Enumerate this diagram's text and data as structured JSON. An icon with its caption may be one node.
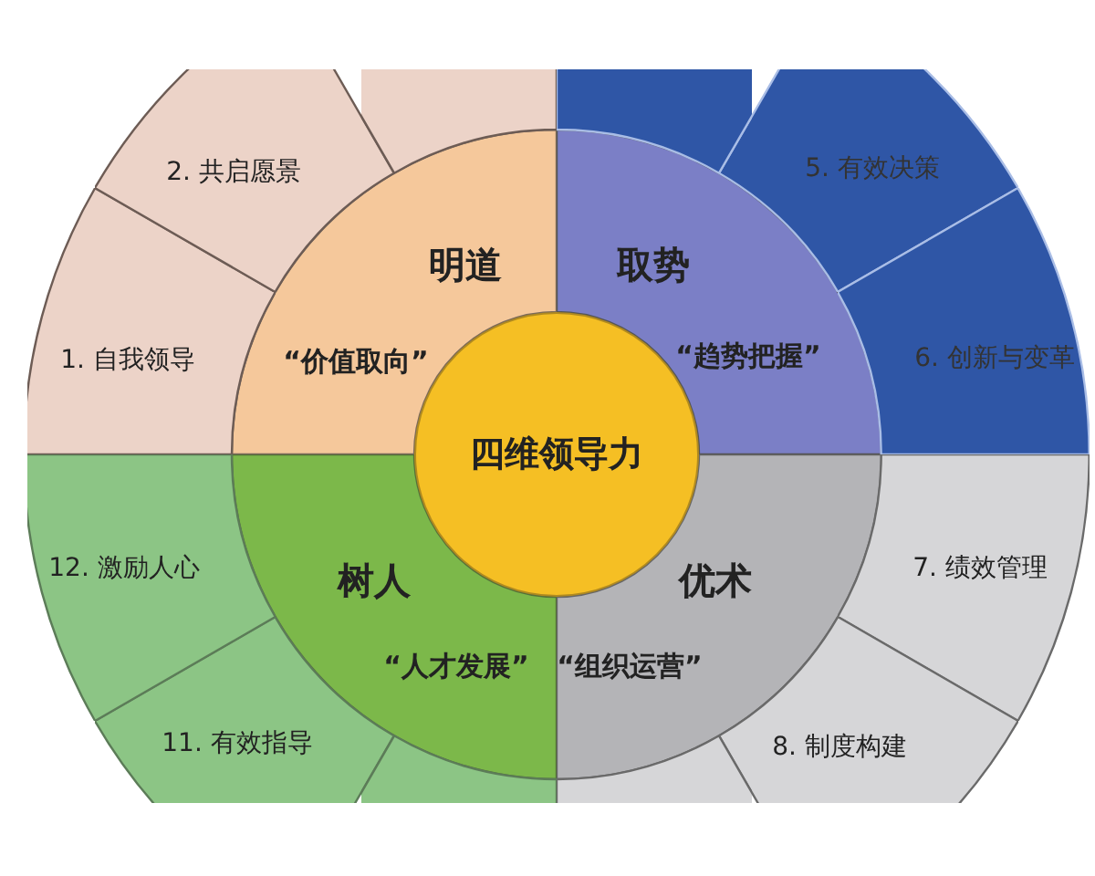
{
  "diagram": {
    "nodes": [
      {
        "text": [
          "四维领导力"
        ]
      },
      {
        "text": [
          "明道",
          "“价值取向”"
        ]
      },
      {
        "text": [
          "取势",
          "“趋势把握”"
        ]
      },
      {
        "text": [
          "树人",
          "“人才发展”"
        ]
      },
      {
        "text": [
          "优术",
          "“组织运营”"
        ]
      },
      {
        "text": [
          "1. 自我领导"
        ]
      },
      {
        "text": [
          "2. 共启愿景"
        ]
      },
      {
        "text": [],
        "shape": "sector"
      },
      {
        "text": [],
        "shape": "sector"
      },
      {
        "text": [
          "5. 有效决策"
        ]
      },
      {
        "text": [
          "6. 创新与变革"
        ]
      },
      {
        "text": [
          "7. 绩效管理"
        ]
      },
      {
        "text": [
          "8. 制度构建"
        ]
      },
      {
        "text": [],
        "shape": "sector"
      },
      {
        "text": [],
        "shape": "sector"
      },
      {
        "text": [
          "11. 有效指导"
        ]
      },
      {
        "text": [
          "12. 激励人心"
        ]
      }
    ]
  }
}
